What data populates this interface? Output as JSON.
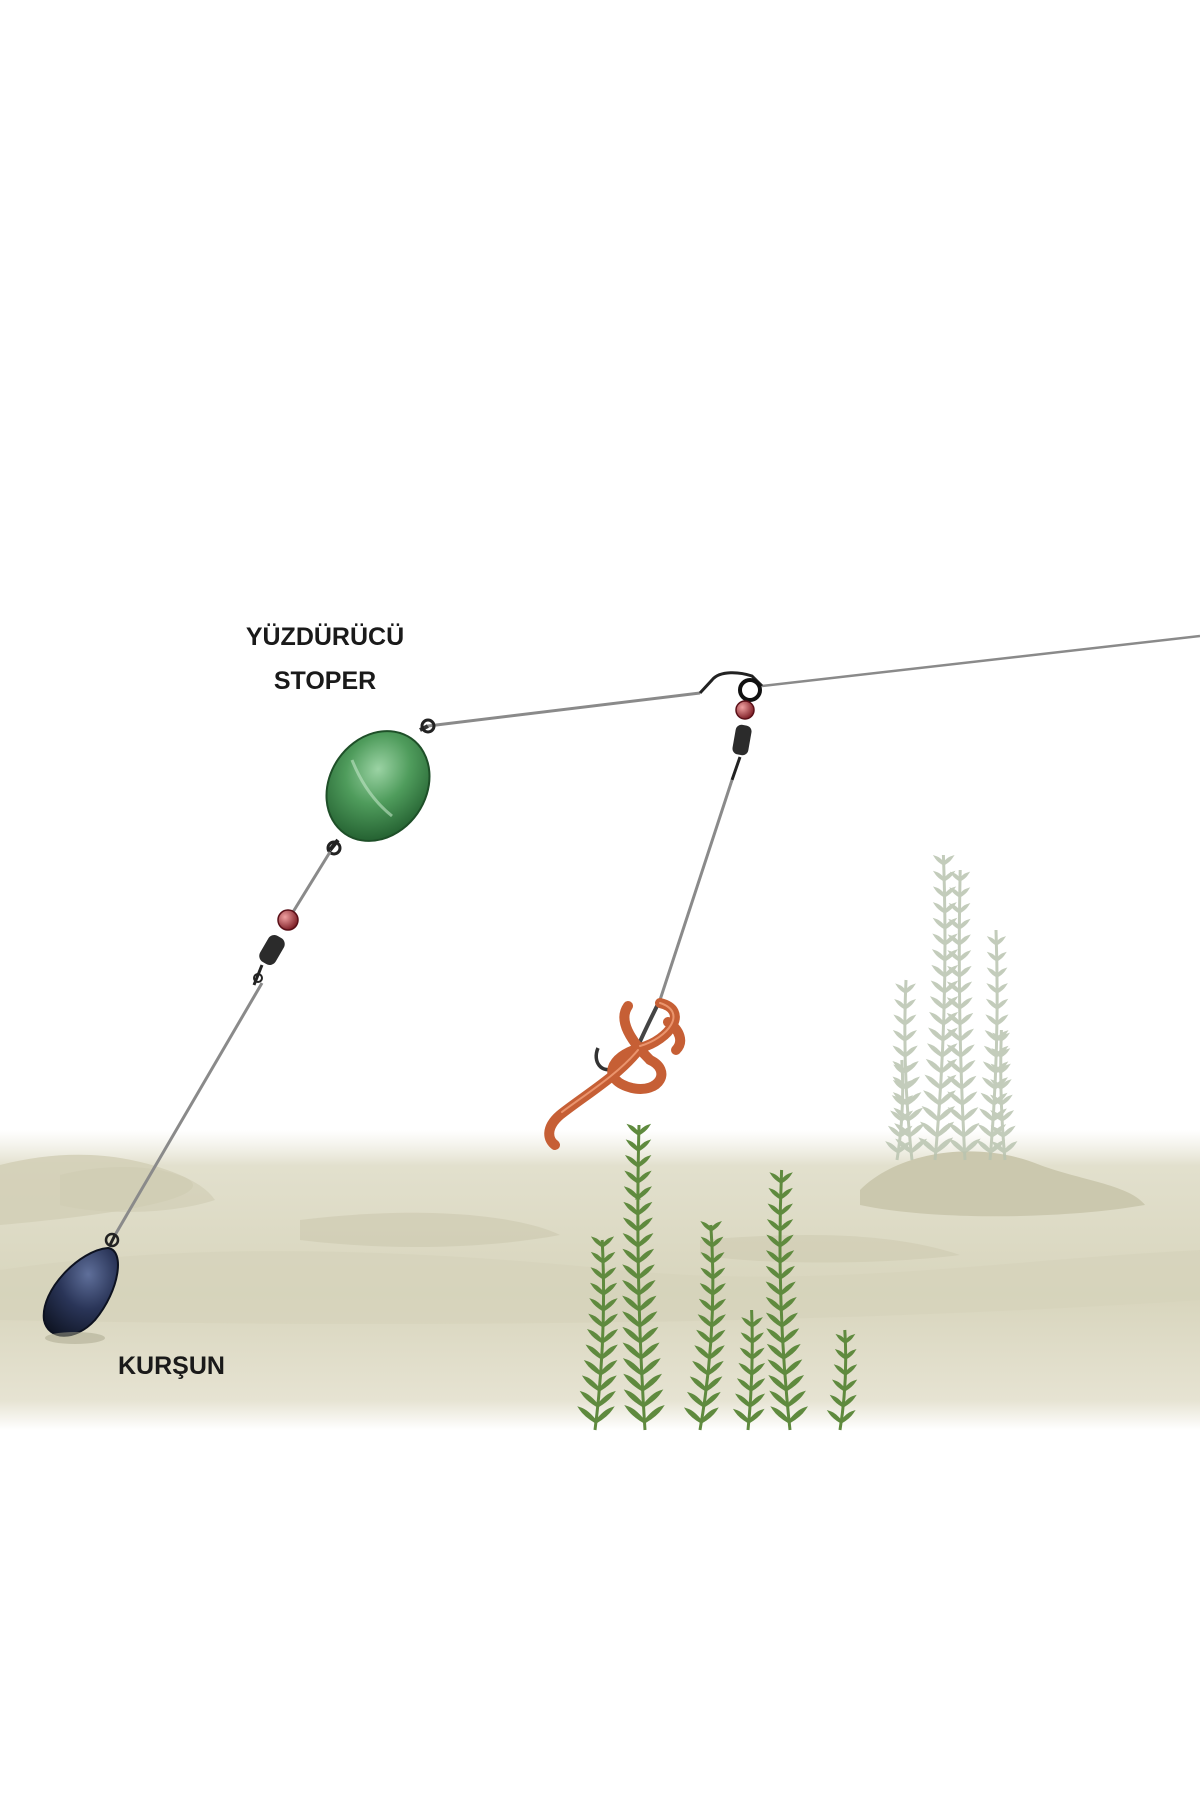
{
  "labels": {
    "float_line1": "YÜZDÜRÜCÜ",
    "float_line2": "STOPER",
    "sinker": "KURŞUN"
  },
  "colors": {
    "float": "#3f8f4f",
    "sinker": "#23304f",
    "bait_worm": "#d0673a",
    "bead": "#b8343a",
    "line": "#7d7d7d",
    "seabed": "#d9d6c0",
    "weed": "#7da05a"
  },
  "components": [
    "float-stopper",
    "sinker",
    "hook-with-worm",
    "swivel",
    "bead",
    "main-line",
    "weed"
  ]
}
